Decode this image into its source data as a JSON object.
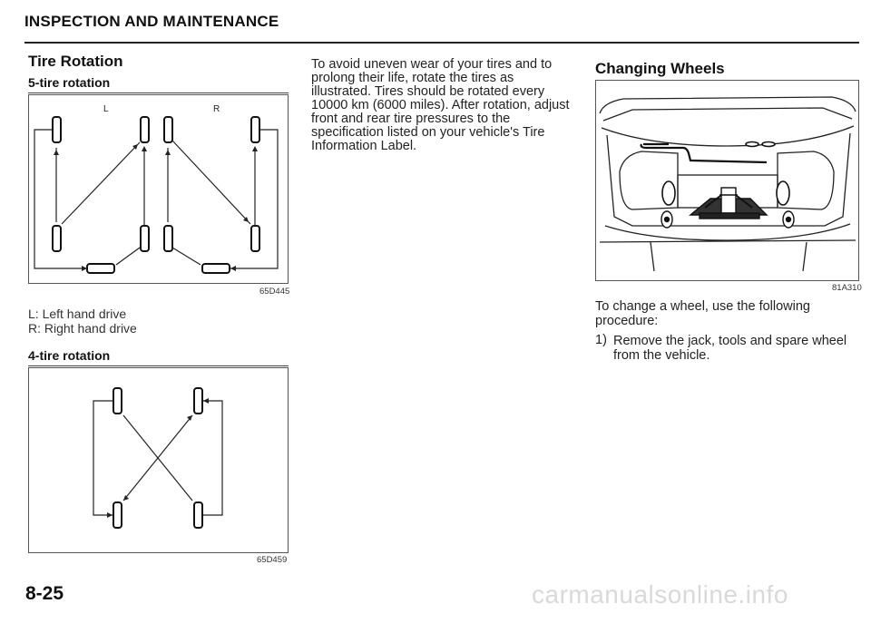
{
  "header": {
    "title": "INSPECTION AND MAINTENANCE"
  },
  "left": {
    "section_title": "Tire Rotation",
    "five_tire": {
      "title": "5-tire rotation",
      "label_l": "L",
      "label_r": "R",
      "figure_code": "65D445",
      "legend": [
        "L: Left hand drive",
        "R: Right hand drive"
      ]
    },
    "four_tire": {
      "title": "4-tire rotation",
      "figure_code": "65D459"
    }
  },
  "middle": {
    "paragraph": "To avoid uneven wear of your tires and to prolong their life, rotate the tires as illustrated. Tires should be rotated every 10000 km (6000 miles). After rotation, adjust front and rear tire pressures to the specification listed on your vehicle's Tire Information Label."
  },
  "right": {
    "section_title": "Changing Wheels",
    "figure_code": "81A310",
    "intro": "To change a wheel, use the following procedure:",
    "steps": [
      {
        "num": "1)",
        "text": "Remove the jack, tools and spare wheel from the vehicle."
      }
    ]
  },
  "footer": {
    "page_number": "8-25",
    "watermark": "carmanualsonline.info"
  }
}
